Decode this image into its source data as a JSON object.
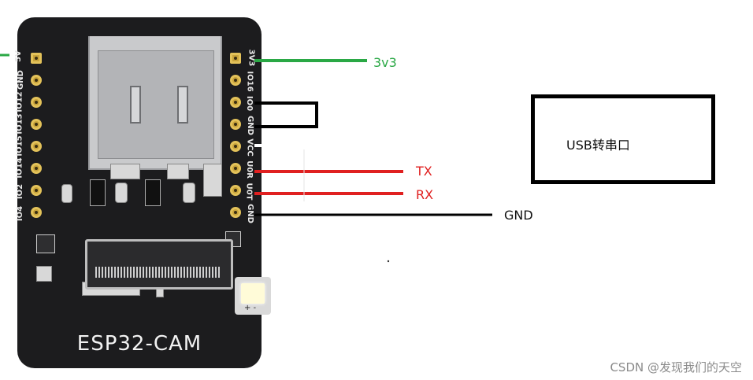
{
  "board": {
    "title": "ESP32-CAM",
    "left_pins": [
      "5V",
      "GND",
      "IO12",
      "IO13",
      "IO15",
      "IO14",
      "IO2",
      "IO4"
    ],
    "right_pins": [
      "3V3",
      "IO16",
      "IO0",
      "GND",
      "VCC",
      "U0R",
      "U0T",
      "GND"
    ],
    "flash_label": "+ -"
  },
  "wires": {
    "v33": {
      "label": "3v3",
      "color": "#2aa845"
    },
    "tx": {
      "label": "TX",
      "color": "#e02020"
    },
    "rx": {
      "label": "RX",
      "color": "#e02020"
    },
    "gnd": {
      "label": "GND",
      "color": "#000000"
    }
  },
  "usb_adapter": {
    "label": "USB转串口"
  },
  "watermark": "CSDN @发现我们的天空"
}
